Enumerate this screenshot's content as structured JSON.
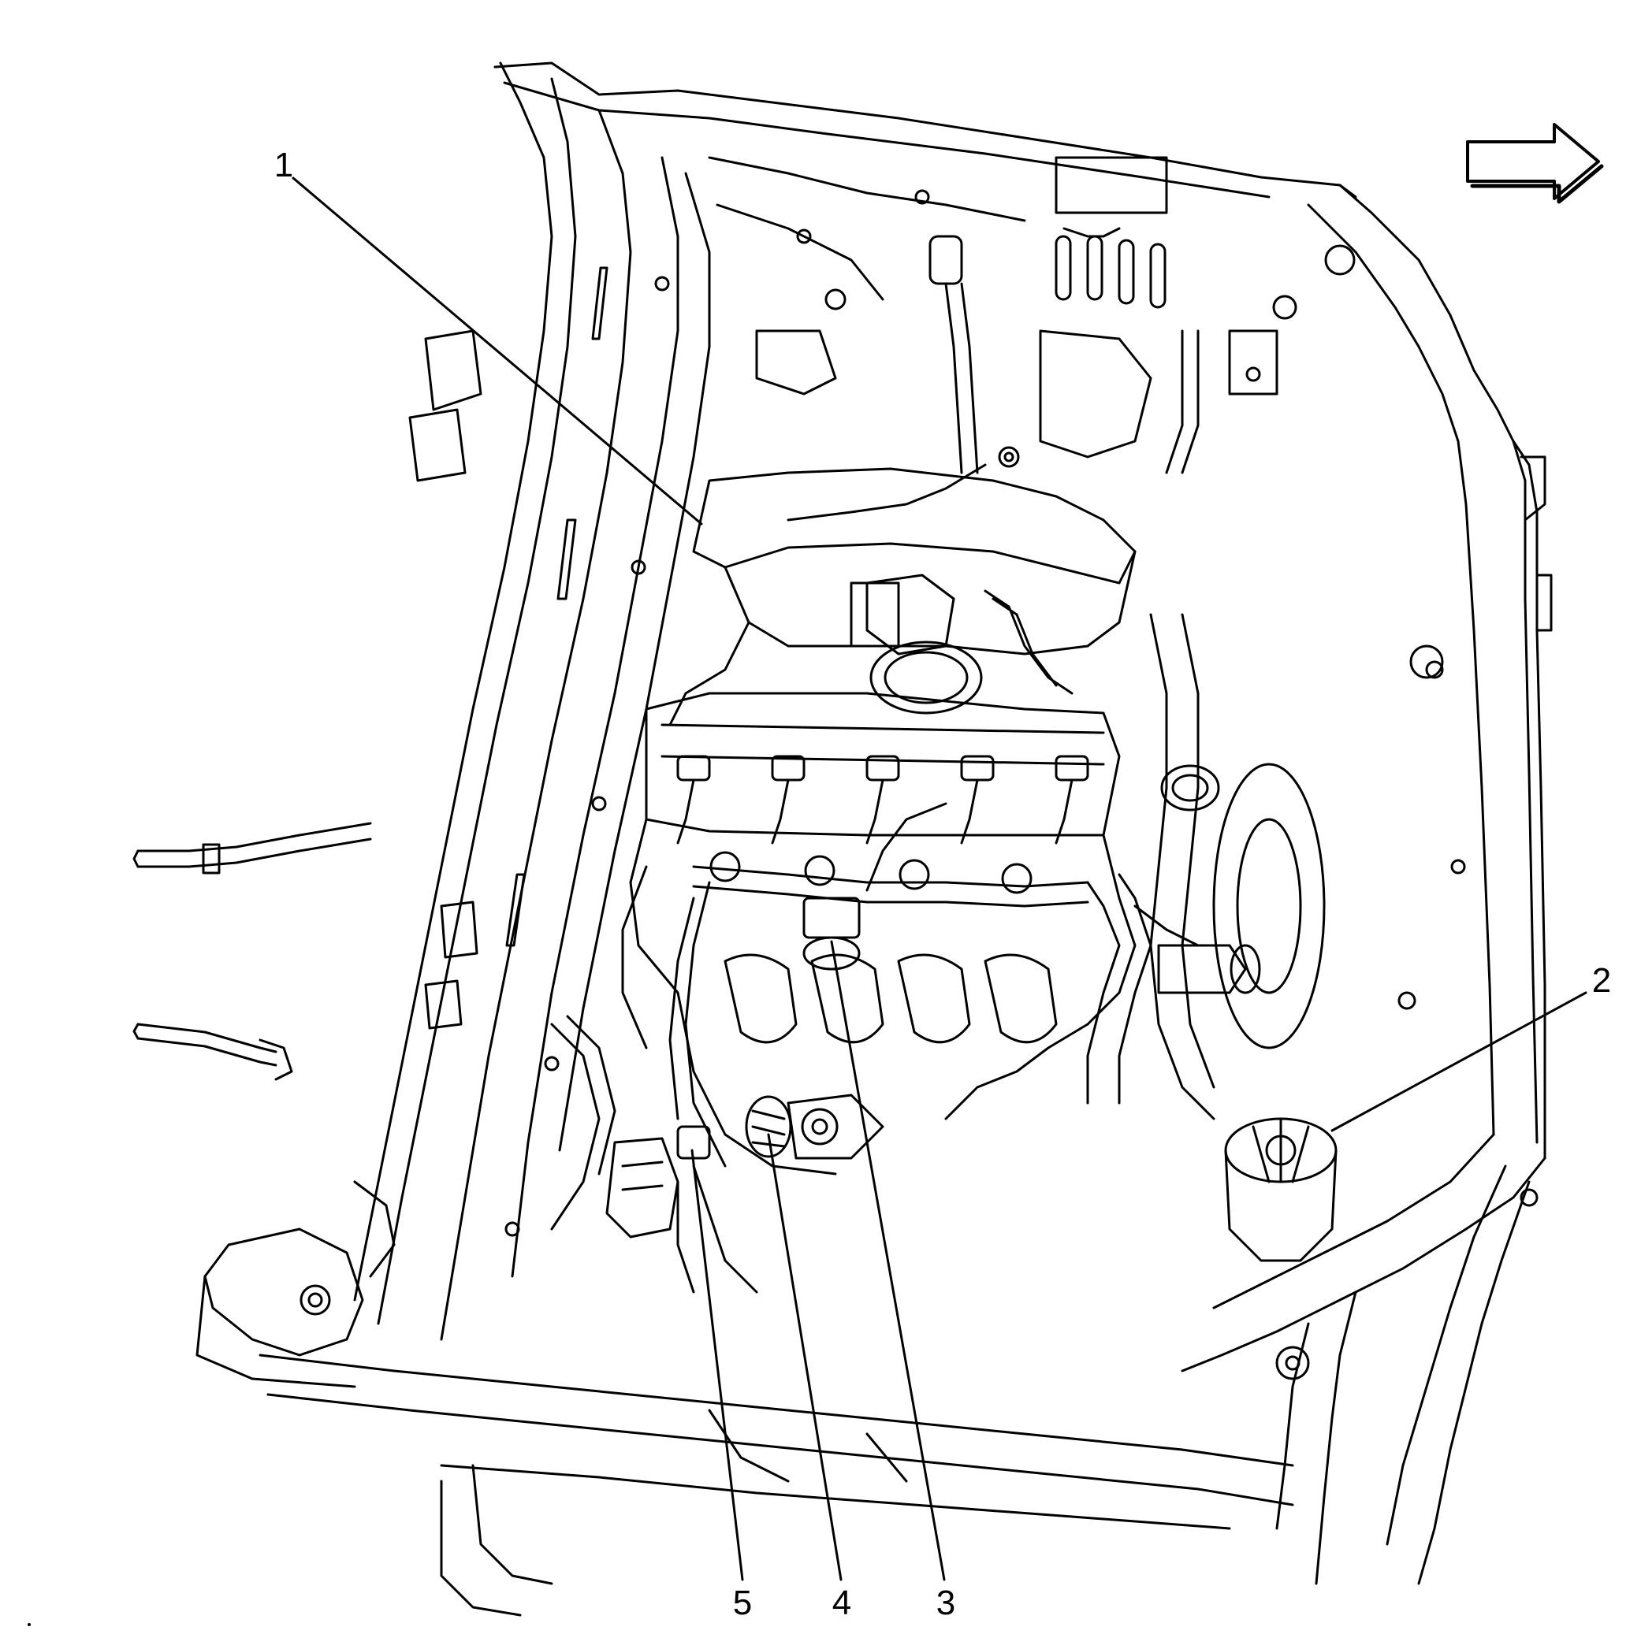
{
  "diagram": {
    "kind": "engine compartment line illustration",
    "stroke_color": "#000000",
    "background_color": "#ffffff",
    "direction_icon": "right-arrow-icon"
  },
  "callouts": [
    {
      "id": "1",
      "label": "1"
    },
    {
      "id": "2",
      "label": "2"
    },
    {
      "id": "3",
      "label": "3"
    },
    {
      "id": "4",
      "label": "4"
    },
    {
      "id": "5",
      "label": "5"
    }
  ]
}
